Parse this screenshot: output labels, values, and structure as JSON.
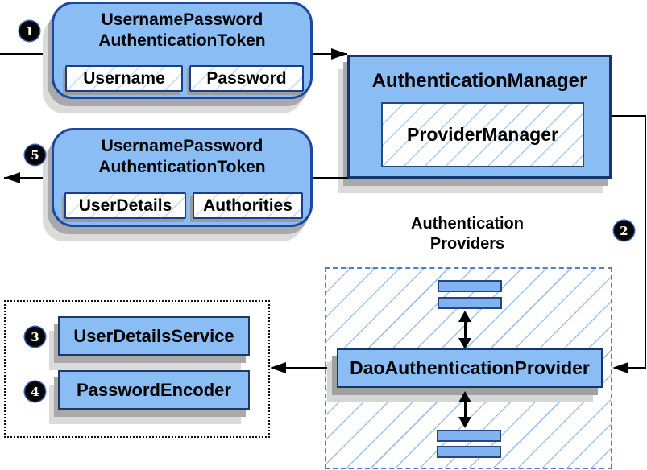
{
  "colors": {
    "box_fill": "#8abdf4",
    "rounded_box_border": "#1c46a0",
    "rect_box_border": "#15356b",
    "hatch_line": "#a8ccf4",
    "dashed_group_border": "#4c80c2",
    "shadow_dark": "#a9a9a9",
    "shadow_light": "#dbdbdb",
    "connector": "#000000",
    "badge_bg": "#060606",
    "badge_text": "#fffdf2"
  },
  "token_request": {
    "badge": "1",
    "title": [
      "UsernamePassword",
      "AuthenticationToken"
    ],
    "fields": [
      "Username",
      "Password"
    ]
  },
  "authentication_manager": {
    "title": "AuthenticationManager",
    "inner": "ProviderManager"
  },
  "token_response": {
    "badge": "5",
    "title": [
      "UsernamePassword",
      "AuthenticationToken"
    ],
    "fields": [
      "UserDetails",
      "Authorities"
    ]
  },
  "authentication_providers": {
    "badge": "2",
    "heading": [
      "Authentication",
      "Providers"
    ],
    "provider": "DaoAuthenticationProvider"
  },
  "collaborators": {
    "items": [
      {
        "badge": "3",
        "label": "UserDetailsService"
      },
      {
        "badge": "4",
        "label": "PasswordEncoder"
      }
    ]
  }
}
